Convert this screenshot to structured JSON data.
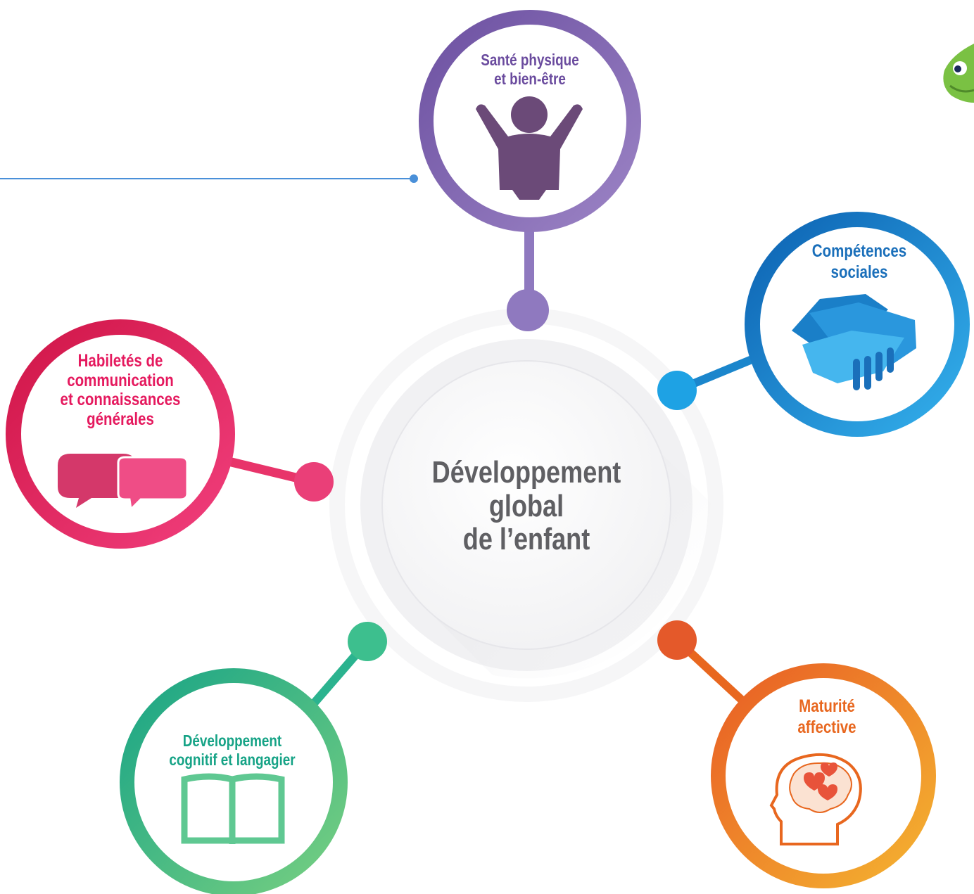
{
  "center": {
    "line1": "Développement",
    "line2": "global",
    "line3": "de l’enfant"
  },
  "domains": {
    "sante": {
      "line1": "Santé physique",
      "line2": "et bien-être",
      "color": "#7b5ea7",
      "icon": "child-arms-raised-icon"
    },
    "competences": {
      "line1": "Compétences",
      "line2": "sociales",
      "color": "#1b82c8",
      "icon": "handshake-icon"
    },
    "habiletes": {
      "line1": "Habiletés de",
      "line2": "communication",
      "line3": "et connaissances",
      "line4": "générales",
      "color": "#e8245f",
      "icon": "speech-bubbles-icon"
    },
    "cognitif": {
      "line1": "Développement",
      "line2": "cognitif et langagier",
      "color": "#2bb38f",
      "icon": "open-book-icon"
    },
    "maturite": {
      "line1": "Maturité",
      "line2": "affective",
      "color": "#e8671f",
      "icon": "head-hearts-icon"
    }
  }
}
